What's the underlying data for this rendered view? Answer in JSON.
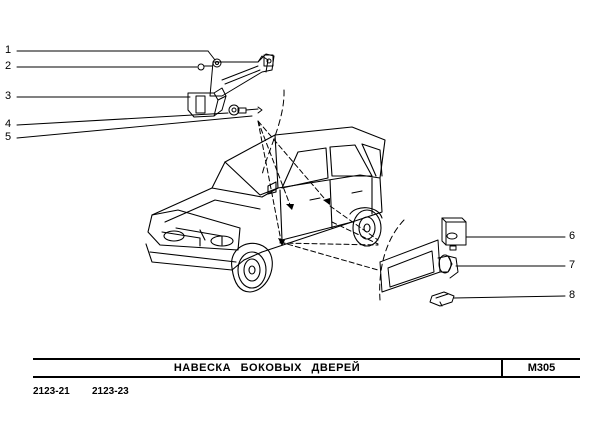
{
  "callouts": [
    "1",
    "2",
    "3",
    "4",
    "5",
    "6",
    "7",
    "8"
  ],
  "title_block": {
    "title": "НАВЕСКА   БОКОВЫХ   ДВЕРЕЙ",
    "code": "М305"
  },
  "models": [
    "2123-21",
    "2123-23"
  ]
}
